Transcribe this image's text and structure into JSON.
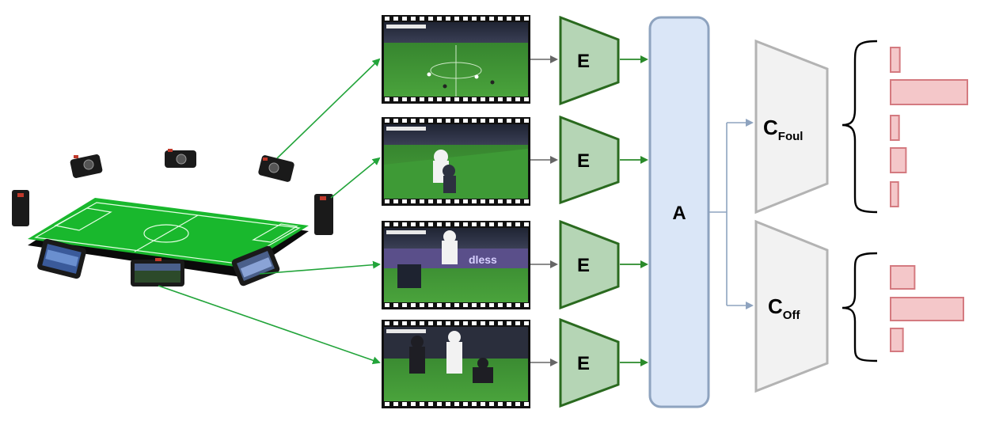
{
  "encoder": {
    "label": "E"
  },
  "aggregator": {
    "label": "A"
  },
  "classifiers": [
    {
      "base": "C",
      "sub": "Foul"
    },
    {
      "base": "C",
      "sub": "Off"
    }
  ],
  "output_heads": [
    {
      "classifier": "Foul",
      "bars": [
        0.12,
        1.0,
        0.11,
        0.2,
        0.1
      ]
    },
    {
      "classifier": "Off",
      "bars": [
        0.33,
        1.0,
        0.17
      ]
    }
  ],
  "colors": {
    "encoder_fill": "#b5d5b5",
    "encoder_stroke": "#2a6a1f",
    "aggregator_fill": "#dae6f7",
    "aggregator_stroke": "#8ea3bf",
    "classifier_fill": "#f2f2f2",
    "classifier_stroke": "#b3b3b3",
    "bar_fill": "#f4c7c9",
    "bar_stroke": "#d47a80",
    "camera_arrow": "#22a43a",
    "frame_arrow": "#666666",
    "encoder_arrow": "#2a8a2a",
    "agg_arrow": "#8ea3bf",
    "pitch": "#19b82d",
    "pitch_line": "#e6ffe6"
  },
  "icons": [
    "camera-icon",
    "film-strip-icon",
    "soccer-pitch-icon"
  ]
}
